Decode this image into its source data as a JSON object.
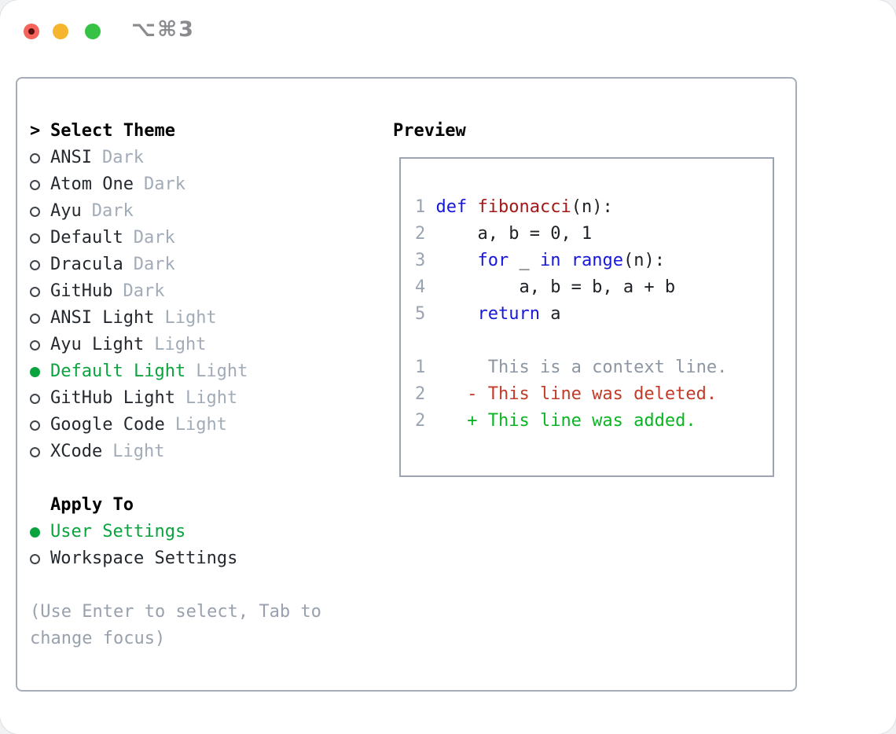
{
  "window": {
    "title": "⌥⌘3"
  },
  "panel": {
    "theme_section": {
      "prompt": ">",
      "title": "Select Theme",
      "items": [
        {
          "name": "ANSI",
          "variant": "Dark",
          "selected": false
        },
        {
          "name": "Atom One",
          "variant": "Dark",
          "selected": false
        },
        {
          "name": "Ayu",
          "variant": "Dark",
          "selected": false
        },
        {
          "name": "Default",
          "variant": "Dark",
          "selected": false
        },
        {
          "name": "Dracula",
          "variant": "Dark",
          "selected": false
        },
        {
          "name": "GitHub",
          "variant": "Dark",
          "selected": false
        },
        {
          "name": "ANSI Light",
          "variant": "Light",
          "selected": false
        },
        {
          "name": "Ayu Light",
          "variant": "Light",
          "selected": false
        },
        {
          "name": "Default Light",
          "variant": "Light",
          "selected": true
        },
        {
          "name": "GitHub Light",
          "variant": "Light",
          "selected": false
        },
        {
          "name": "Google Code",
          "variant": "Light",
          "selected": false
        },
        {
          "name": "XCode",
          "variant": "Light",
          "selected": false
        }
      ]
    },
    "apply_section": {
      "title": "Apply To",
      "options": [
        {
          "name": "User Settings",
          "selected": true
        },
        {
          "name": "Workspace Settings",
          "selected": false
        }
      ]
    },
    "help_lines": [
      "(Use Enter to select, Tab to",
      "change focus)"
    ]
  },
  "preview": {
    "title": "Preview",
    "lines": [
      {
        "segments": [
          {
            "t": "1 ",
            "c": "num"
          },
          {
            "t": "def",
            "c": "kw"
          },
          {
            "t": " ",
            "c": "pl"
          },
          {
            "t": "fibonacci",
            "c": "fn"
          },
          {
            "t": "(n):",
            "c": "pl"
          }
        ]
      },
      {
        "segments": [
          {
            "t": "2 ",
            "c": "num"
          },
          {
            "t": "    a, b = 0, 1",
            "c": "pl"
          }
        ]
      },
      {
        "segments": [
          {
            "t": "3 ",
            "c": "num"
          },
          {
            "t": "    ",
            "c": "pl"
          },
          {
            "t": "for",
            "c": "kw"
          },
          {
            "t": " _ ",
            "c": "pl"
          },
          {
            "t": "in",
            "c": "kw"
          },
          {
            "t": " ",
            "c": "pl"
          },
          {
            "t": "range",
            "c": "kw"
          },
          {
            "t": "(n):",
            "c": "pl"
          }
        ]
      },
      {
        "segments": [
          {
            "t": "4 ",
            "c": "num"
          },
          {
            "t": "        a, b = b, a + b",
            "c": "pl"
          }
        ]
      },
      {
        "segments": [
          {
            "t": "5 ",
            "c": "num"
          },
          {
            "t": "    ",
            "c": "pl"
          },
          {
            "t": "return",
            "c": "kw"
          },
          {
            "t": " a",
            "c": "pl"
          }
        ]
      },
      {
        "segments": []
      },
      {
        "segments": [
          {
            "t": "1",
            "c": "num"
          },
          {
            "t": "      This is a context line.",
            "c": "ctx"
          }
        ]
      },
      {
        "segments": [
          {
            "t": "2",
            "c": "num"
          },
          {
            "t": "    ",
            "c": "pl"
          },
          {
            "t": "- This line was deleted.",
            "c": "del"
          }
        ]
      },
      {
        "segments": [
          {
            "t": "2",
            "c": "num"
          },
          {
            "t": "    ",
            "c": "pl"
          },
          {
            "t": "+ This line was added.",
            "c": "add"
          }
        ]
      }
    ]
  },
  "colors": {
    "accent-green": "#0ba33e",
    "add-green": "#0bb424",
    "del-red": "#c23a28",
    "fn-red": "#a31717",
    "kw-blue": "#1717dc",
    "num-gray": "#9aa3b0",
    "muted-gray": "#a2abb8",
    "help-gray": "#98a1ad",
    "border-gray": "#a5adb9"
  }
}
